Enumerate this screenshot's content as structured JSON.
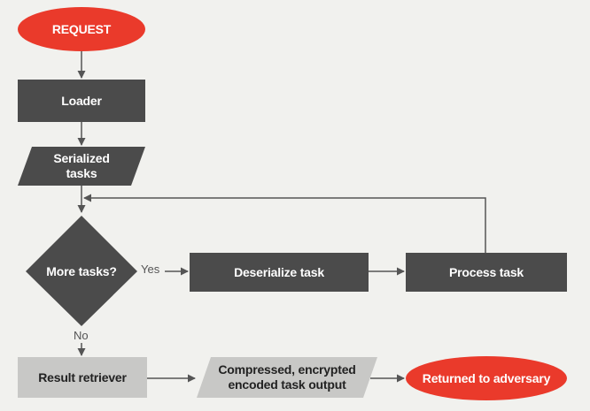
{
  "diagram": {
    "nodes": {
      "request": "REQUEST",
      "loader": "Loader",
      "serialized_tasks": "Serialized\ntasks",
      "more_tasks": "More tasks?",
      "deserialize_task": "Deserialize task",
      "process_task": "Process task",
      "result_retriever": "Result retriever",
      "compressed_output": "Compressed, encrypted\nencoded task output",
      "returned": "Returned to adversary"
    },
    "edge_labels": {
      "yes": "Yes",
      "no": "No"
    },
    "colors": {
      "terminal_red": "#ea3a2b",
      "process_dark": "#4b4b4b",
      "process_light": "#c8c8c6",
      "connector": "#555555",
      "background": "#f1f1ee"
    }
  }
}
